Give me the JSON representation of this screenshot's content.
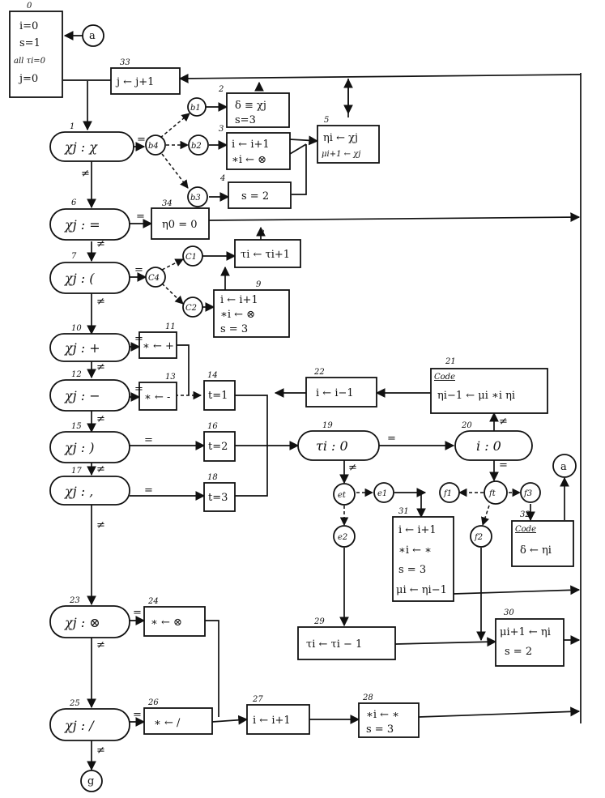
{
  "boxes": {
    "b0": {
      "num": "0",
      "lines": [
        "i=0",
        "s=1",
        "all τi=0",
        "j=0"
      ]
    },
    "b33": {
      "num": "33",
      "text": "j ← j+1"
    },
    "b2": {
      "num": "2",
      "lines": [
        "δ ≡ χj",
        "s=3"
      ]
    },
    "b3": {
      "num": "3",
      "lines": [
        "i ← i+1",
        "∗i ← ⊗"
      ]
    },
    "b4": {
      "num": "4",
      "text": "s = 2"
    },
    "b5": {
      "num": "5",
      "lines": [
        "ηi ← χj",
        "μi+1 ← χj"
      ]
    },
    "b34": {
      "num": "34",
      "text": "η0 = 0"
    },
    "b8": {
      "num": "8",
      "text": "τi ← τi+1"
    },
    "b9": {
      "num": "9",
      "lines": [
        "i ← i+1",
        "∗i ← ⊗",
        "s = 3"
      ]
    },
    "b11": {
      "num": "11",
      "text": "∗ ← +"
    },
    "b13": {
      "num": "13",
      "text": "∗ ← -"
    },
    "b14": {
      "num": "14",
      "text": "t=1"
    },
    "b16": {
      "num": "16",
      "text": "t=2"
    },
    "b18": {
      "num": "18",
      "text": "t=3"
    },
    "b22": {
      "num": "22",
      "text": "i ← i−1"
    },
    "b21": {
      "num": "21",
      "code": "Code",
      "text": "ηi−1 ← μi ∗i ηi"
    },
    "b31": {
      "num": "31",
      "lines": [
        "i ← i+1",
        "∗i ← ∗",
        "s = 3",
        "μi ← ηi−1"
      ]
    },
    "b32": {
      "num": "32",
      "code": "Code",
      "text": "δ ← ηi"
    },
    "b24": {
      "num": "24",
      "text": "∗ ← ⊗"
    },
    "b29": {
      "num": "29",
      "text": "τi ← τi − 1"
    },
    "b30": {
      "num": "30",
      "lines": [
        "μi+1 ← ηi",
        "s = 2"
      ]
    },
    "b26": {
      "num": "26",
      "text": "∗ ← /"
    },
    "b27": {
      "num": "27",
      "text": "i ← i+1"
    },
    "b28": {
      "num": "28",
      "lines": [
        "∗i ← ∗",
        "s = 3"
      ]
    }
  },
  "decisions": {
    "d1": {
      "num": "1",
      "text": "χj : χ"
    },
    "d6": {
      "num": "6",
      "text": "χj : ="
    },
    "d7": {
      "num": "7",
      "text": "χj : ("
    },
    "d10": {
      "num": "10",
      "text": "χj : +"
    },
    "d12": {
      "num": "12",
      "text": "χj : −"
    },
    "d15": {
      "num": "15",
      "text": "χj : )"
    },
    "d17": {
      "num": "17",
      "text": "χj : ,"
    },
    "d23": {
      "num": "23",
      "text": "χj : ⊗"
    },
    "d25": {
      "num": "25",
      "text": "χj : /"
    },
    "d19": {
      "num": "19",
      "text": "τi : 0"
    },
    "d20": {
      "num": "20",
      "text": "i : 0"
    }
  },
  "connectors": {
    "a_top": "a",
    "a_right": "a",
    "b1": "b1",
    "b2": "b2",
    "b3": "b3",
    "b4": "b4",
    "c1": "C1",
    "c2": "C2",
    "c4": "C4",
    "et": "et",
    "e1": "e1",
    "e2": "e2",
    "f1": "f1",
    "ft": "ft",
    "f2": "f2",
    "f3": "f3",
    "g": "g"
  },
  "labels": {
    "eq": "=",
    "ne": "≠"
  }
}
